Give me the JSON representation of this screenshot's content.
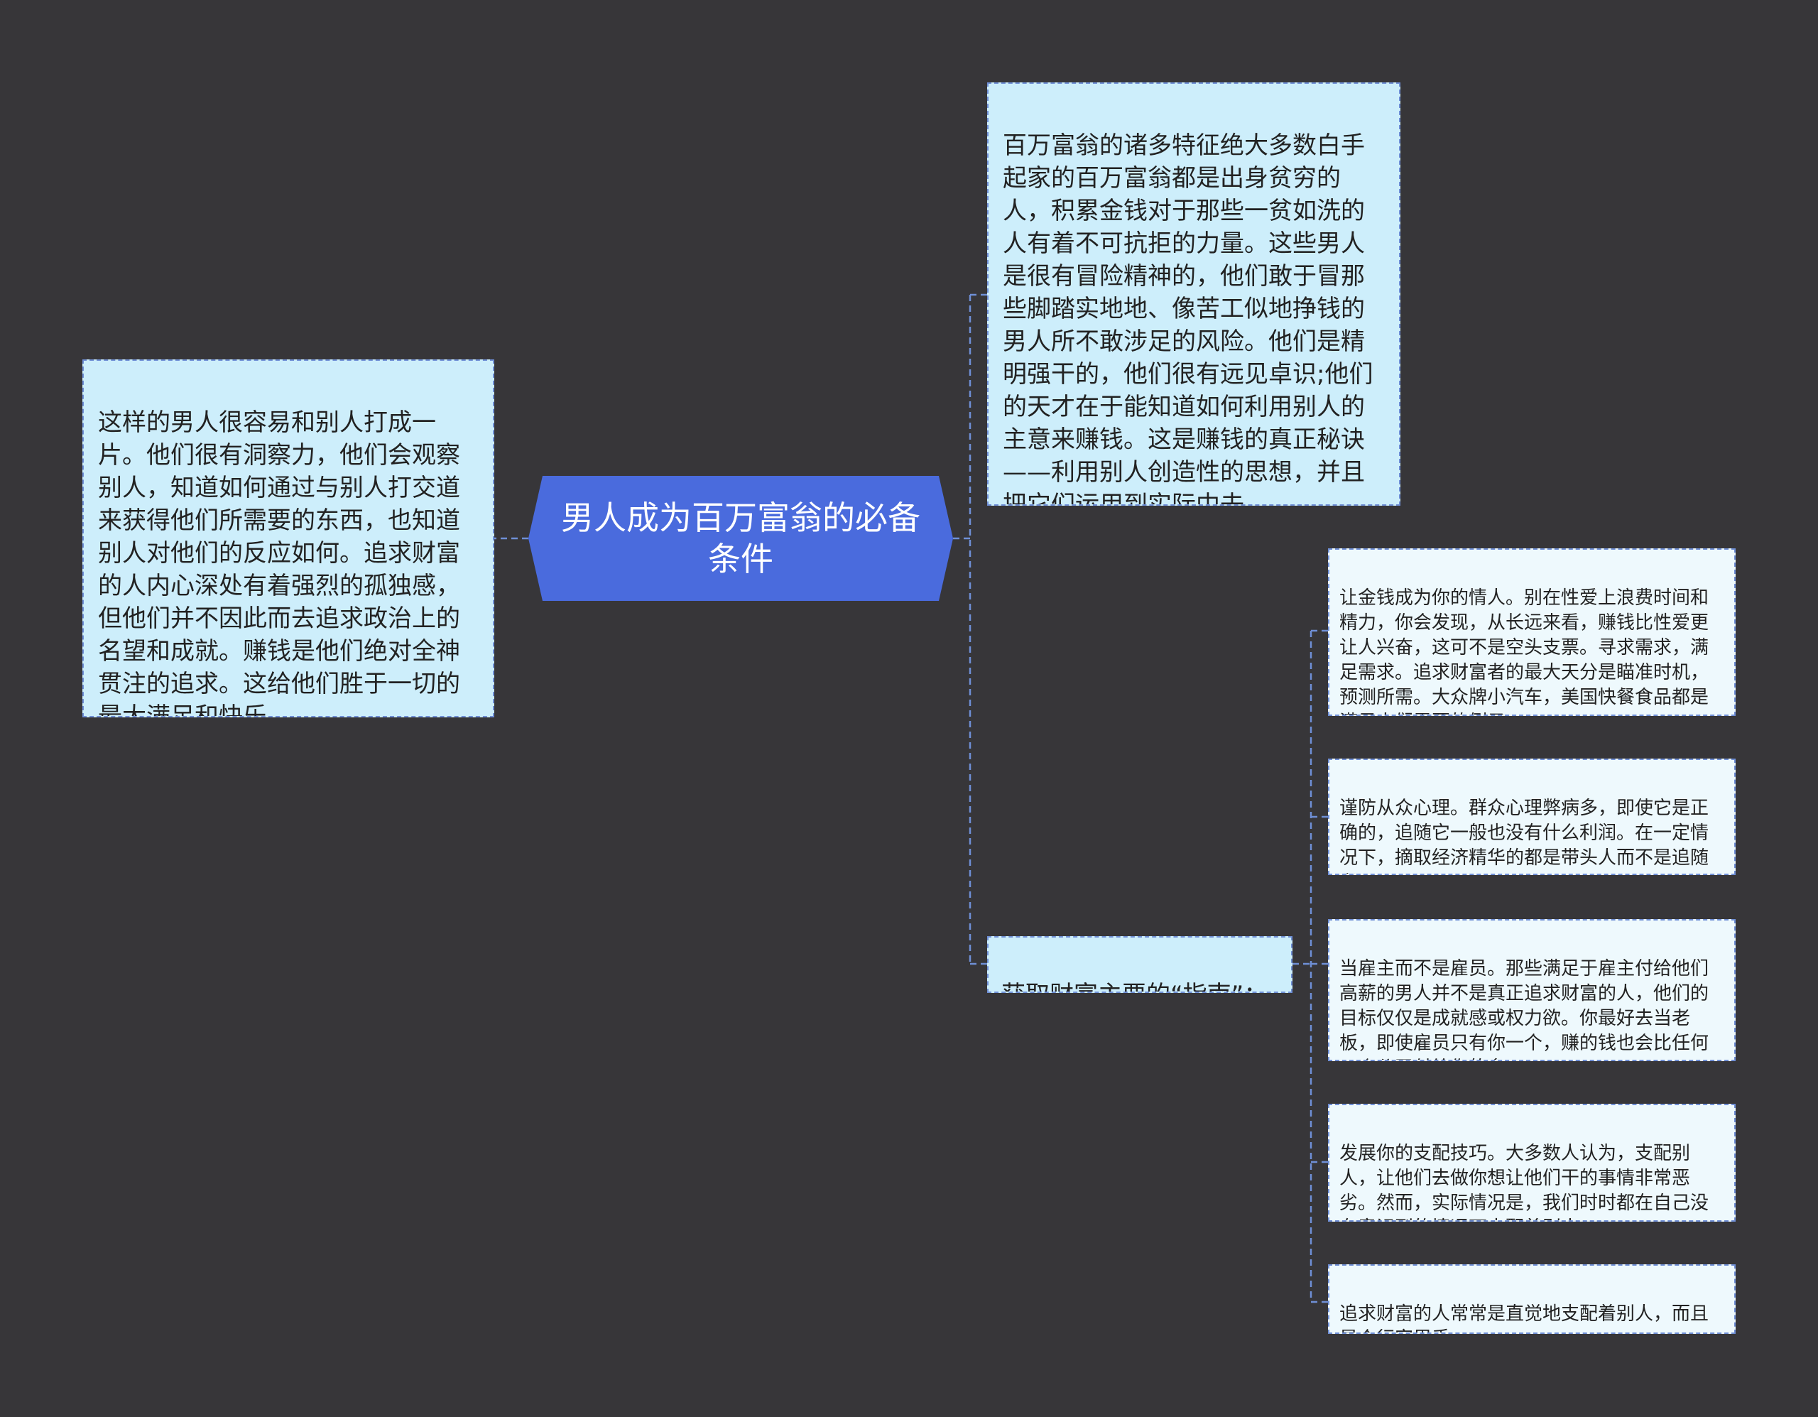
{
  "root": {
    "title": "男人成为百万富翁的必备条件"
  },
  "left_node": {
    "text": "这样的男人很容易和别人打成一片。他们很有洞察力，他们会观察别人，知道如何通过与别人打交道来获得他们所需要的东西，也知道别人对他们的反应如何。追求财富的人内心深处有着强烈的孤独感，但他们并不因此而去追求政治上的名望和成就。赚钱是他们绝对全神贯注的追求。这给他们胜于一切的最大满足和快乐。"
  },
  "right_top_node": {
    "text": "百万富翁的诸多特征绝大多数白手起家的百万富翁都是出身贫穷的人，积累金钱对于那些一贫如洗的人有着不可抗拒的力量。这些男人是很有冒险精神的，他们敢于冒那些脚踏实地地、像苦工似地挣钱的男人所不敢涉足的风险。他们是精明强干的，他们很有远见卓识;他们的天才在于能知道如何利用别人的主意来赚钱。这是赚钱的真正秘诀——利用别人创造性的思想，并且把它们运用到实际中去。"
  },
  "guide_node": {
    "label": "获取财富主要的“指南”："
  },
  "guide_items": [
    "让金钱成为你的情人。别在性爱上浪费时间和精力，你会发现，从长远来看，赚钱比性爱更让人兴奋，这可不是空头支票。寻求需求，满足需求。追求财富者的最大天分是瞄准时机，预测所需。大众牌小汽车，美国快餐食品都是满足人们需要的例子。",
    "谨防从众心理。群众心理弊病多，即使它是正确的，追随它一般也没有什么利润。在一定情况下，摘取经济精华的都是带头人而不是追随者。",
    "当雇主而不是雇员。那些满足于雇主付给他们高薪的男人并不是真正追求财富的人，他们的目标仅仅是成就感或权力欲。你最好去当老板，即使雇员只有你一个，赚的钱也会比任何一个公司付给你的多。",
    "发展你的支配技巧。大多数人认为，支配别人，让他们去做你想让他们干的事情非常恶劣。然而，实际情况是，我们时时都在自己没有意识到的情况下支配着别人。",
    "追求财富的人常常是直觉地支配着别人，而且是个行家里手。"
  ],
  "colors": {
    "background": "#373639",
    "root_fill": "#4a6bdd",
    "level1_fill": "#cdeefb",
    "level2_fill": "#eef9fd",
    "connector": "#6f8fd6"
  }
}
